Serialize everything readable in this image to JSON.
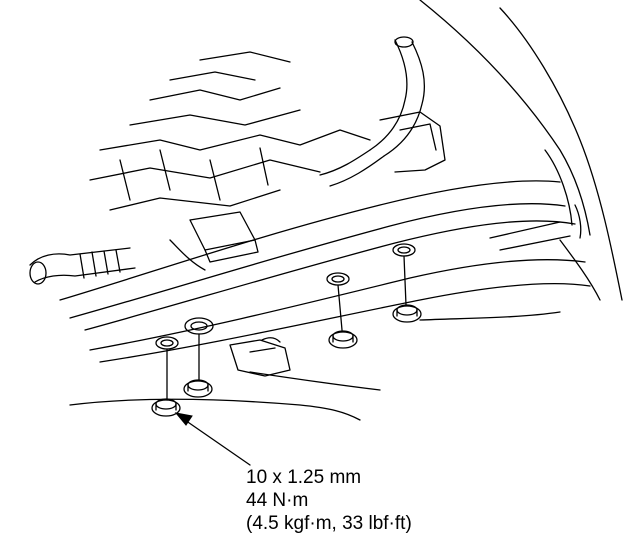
{
  "figure": {
    "type": "service-manual-illustration",
    "background_color": "#ffffff",
    "line_color": "#000000",
    "callout": {
      "line1": "10 x 1.25 mm",
      "line2": "44 N·m",
      "line3": "(4.5 kgf·m, 33 lbf·ft)"
    }
  }
}
